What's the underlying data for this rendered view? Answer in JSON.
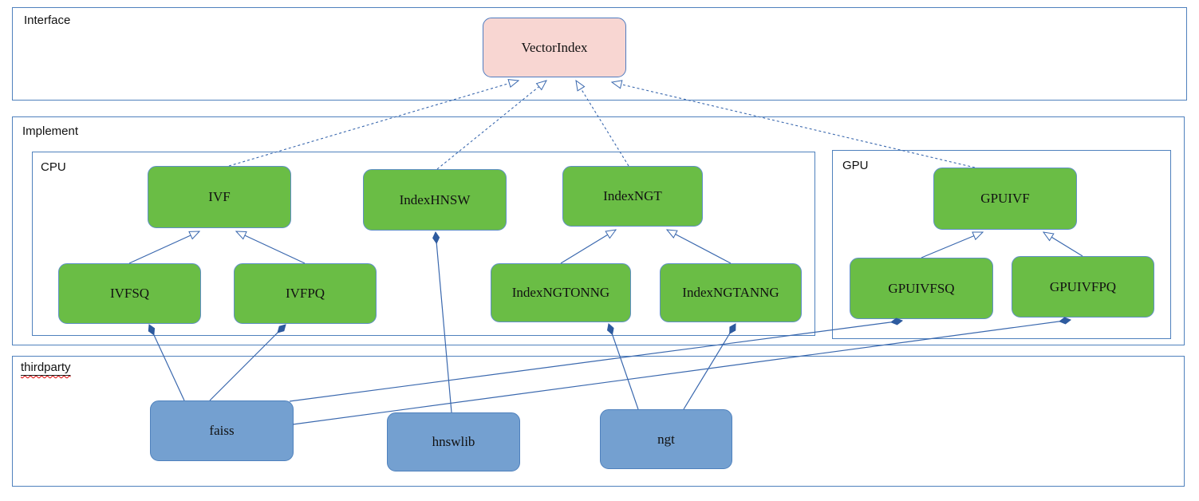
{
  "diagram_type": "uml-architecture",
  "interface": {
    "label": "Interface",
    "nodes": [
      {
        "label": "VectorIndex"
      }
    ]
  },
  "implement": {
    "label": "Implement",
    "cpu": {
      "label": "CPU",
      "nodes": [
        {
          "label": "IVF"
        },
        {
          "label": "IndexHNSW"
        },
        {
          "label": "IndexNGT"
        },
        {
          "label": "IVFSQ"
        },
        {
          "label": "IVFPQ"
        },
        {
          "label": "IndexNGTONNG"
        },
        {
          "label": "IndexNGTANNG"
        }
      ]
    },
    "gpu": {
      "label": "GPU",
      "nodes": [
        {
          "label": "GPUIVF"
        },
        {
          "label": "GPUIVFSQ"
        },
        {
          "label": "GPUIVFPQ"
        }
      ]
    }
  },
  "thirdparty": {
    "label": "thirdparty",
    "spellcheck_underline": true,
    "nodes": [
      {
        "label": "faiss"
      },
      {
        "label": "hnswlib"
      },
      {
        "label": "ngt"
      }
    ]
  },
  "edges": [
    {
      "from": "IVF",
      "to": "VectorIndex",
      "type": "realization-dashed-open-arrow"
    },
    {
      "from": "IndexHNSW",
      "to": "VectorIndex",
      "type": "realization-dashed-open-arrow"
    },
    {
      "from": "IndexNGT",
      "to": "VectorIndex",
      "type": "realization-dashed-open-arrow"
    },
    {
      "from": "GPUIVF",
      "to": "VectorIndex",
      "type": "realization-dashed-open-arrow"
    },
    {
      "from": "IVFSQ",
      "to": "IVF",
      "type": "inheritance-open-arrow"
    },
    {
      "from": "IVFPQ",
      "to": "IVF",
      "type": "inheritance-open-arrow"
    },
    {
      "from": "IndexNGTONNG",
      "to": "IndexNGT",
      "type": "inheritance-open-arrow"
    },
    {
      "from": "IndexNGTANNG",
      "to": "IndexNGT",
      "type": "inheritance-open-arrow"
    },
    {
      "from": "GPUIVFSQ",
      "to": "GPUIVF",
      "type": "inheritance-open-arrow"
    },
    {
      "from": "GPUIVFPQ",
      "to": "GPUIVF",
      "type": "inheritance-open-arrow"
    },
    {
      "from": "faiss",
      "to": "IVFSQ",
      "type": "composition-filled-diamond"
    },
    {
      "from": "faiss",
      "to": "IVFPQ",
      "type": "composition-filled-diamond"
    },
    {
      "from": "faiss",
      "to": "GPUIVFSQ",
      "type": "composition-filled-diamond"
    },
    {
      "from": "faiss",
      "to": "GPUIVFPQ",
      "type": "composition-filled-diamond"
    },
    {
      "from": "hnswlib",
      "to": "IndexHNSW",
      "type": "composition-filled-diamond"
    },
    {
      "from": "ngt",
      "to": "IndexNGTONNG",
      "type": "composition-filled-diamond"
    },
    {
      "from": "ngt",
      "to": "IndexNGTANNG",
      "type": "composition-filled-diamond"
    }
  ],
  "colors": {
    "container_border": "#4f81bd",
    "interface_node_fill": "#f8d6d2",
    "implement_node_fill": "#6abd45",
    "thirdparty_node_fill": "#74a0d0",
    "connector": "#3a68ae",
    "diamond_fill": "#2e5b9f",
    "spellcheck_squiggle": "#e00000"
  }
}
